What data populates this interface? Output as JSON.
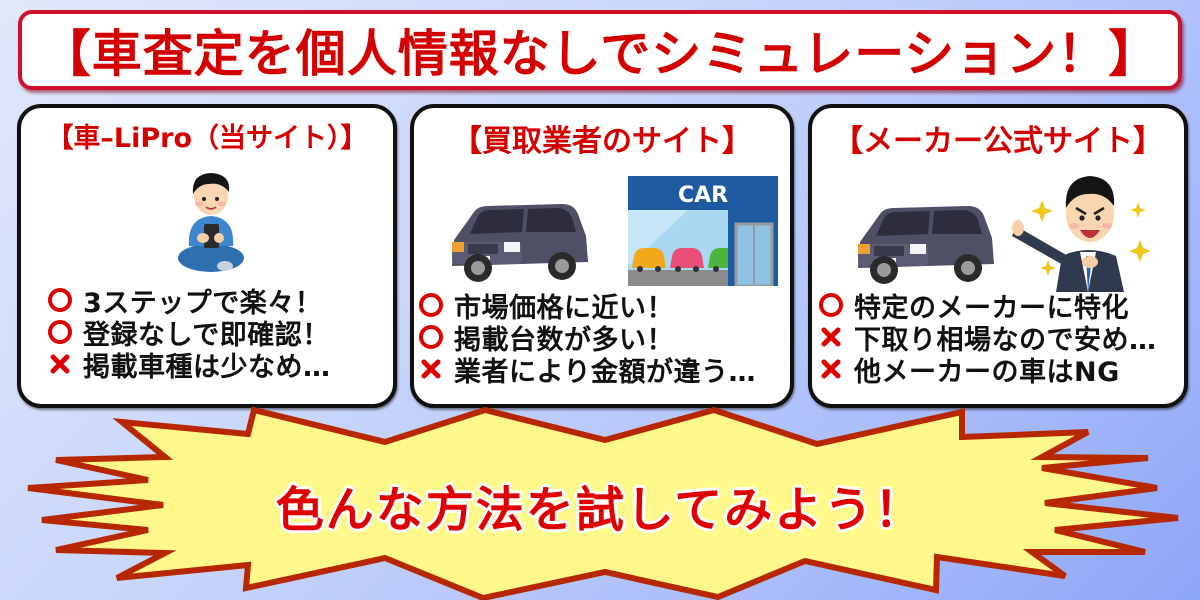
{
  "header": {
    "title": "【車査定を個人情報なしでシミュレーション！】"
  },
  "colors": {
    "title_red": "#d40000",
    "title_border": "#d0102a",
    "burst_fill": "#fff88a",
    "burst_stroke": "#b82800",
    "circle_mark": "#e00000",
    "cross_mark": "#e00000",
    "bg_start": "#e2e8fb",
    "bg_end": "#8ea6f7"
  },
  "cards": [
    {
      "title": "【車–LiPro（当サイト）】",
      "illustration": "person-with-smartphone",
      "items": [
        {
          "mark": "circle",
          "text": "3ステップで楽々！"
        },
        {
          "mark": "circle",
          "text": "登録なしで即確認！"
        },
        {
          "mark": "cross",
          "text": "掲載車種は少なめ…"
        }
      ]
    },
    {
      "title": "【買取業者のサイト】",
      "illustration": "suv-and-car-dealer",
      "store_sign": "CAR",
      "items": [
        {
          "mark": "circle",
          "text": "市場価格に近い！"
        },
        {
          "mark": "circle",
          "text": "掲載台数が多い！"
        },
        {
          "mark": "cross",
          "text": "業者により金額が違う…"
        }
      ]
    },
    {
      "title": "【メーカー公式サイト】",
      "illustration": "suv-and-salesman",
      "items": [
        {
          "mark": "circle",
          "text": "特定のメーカーに特化"
        },
        {
          "mark": "cross",
          "text": "下取り相場なので安め…"
        },
        {
          "mark": "cross",
          "text": "他メーカーの車はNG"
        }
      ]
    }
  ],
  "callout": {
    "text": "色んな方法を試してみよう！"
  }
}
